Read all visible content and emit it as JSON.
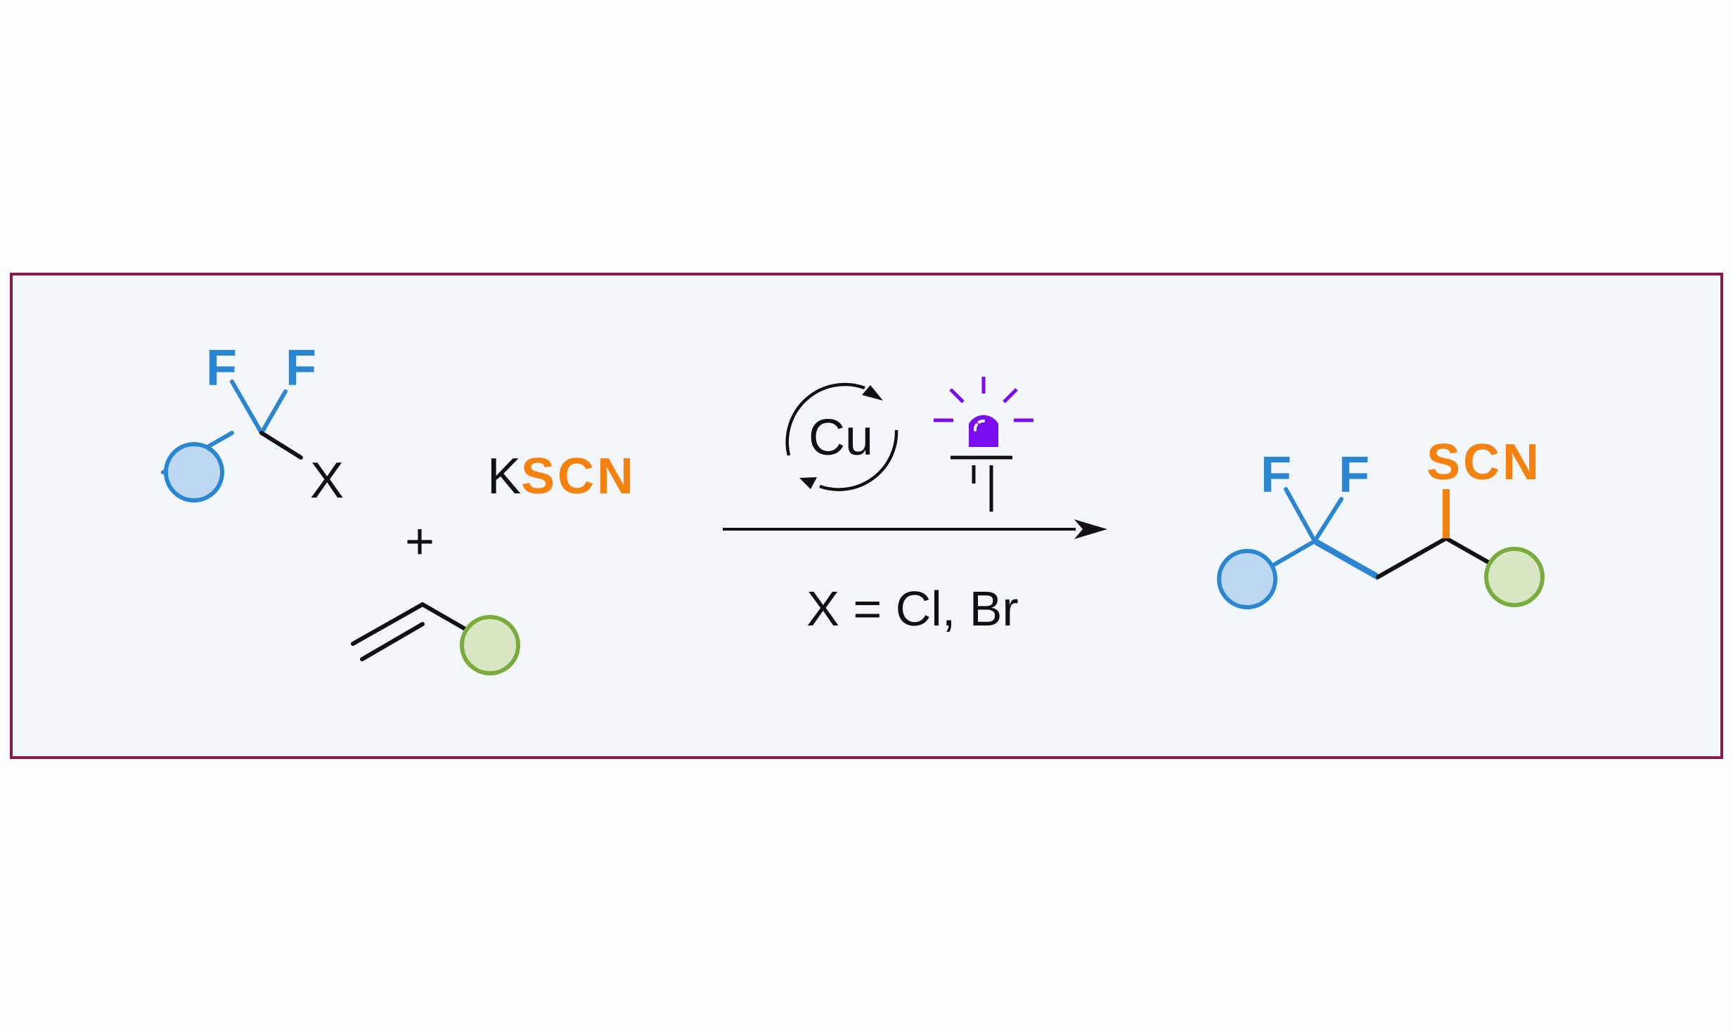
{
  "colors": {
    "frame_border": "#8b1a4a",
    "frame_fill": "#f3f7fb",
    "fluorine_blue": "#2a86d0",
    "thiocyanate_orange": "#f5820f",
    "ring_blue_fill": "#bdd7f1",
    "ring_blue_stroke": "#2a86d0",
    "ring_green_fill": "#d8e6c3",
    "ring_green_stroke": "#7aab3c",
    "lamp_purple": "#7b0df0",
    "bond_black": "#111111"
  },
  "reactant1": {
    "f_left": "F",
    "f_right": "F",
    "x": "X"
  },
  "reagent": {
    "k": "K",
    "scn": "SCN"
  },
  "plus": "+",
  "catalyst": {
    "metal": "Cu"
  },
  "condition": "X = Cl, Br",
  "product": {
    "f_left": "F",
    "f_right": "F",
    "scn": "SCN"
  },
  "icons": [
    "copper-cycle-icon",
    "light-bulb-icon",
    "circle-substituent-blue",
    "circle-substituent-green"
  ]
}
